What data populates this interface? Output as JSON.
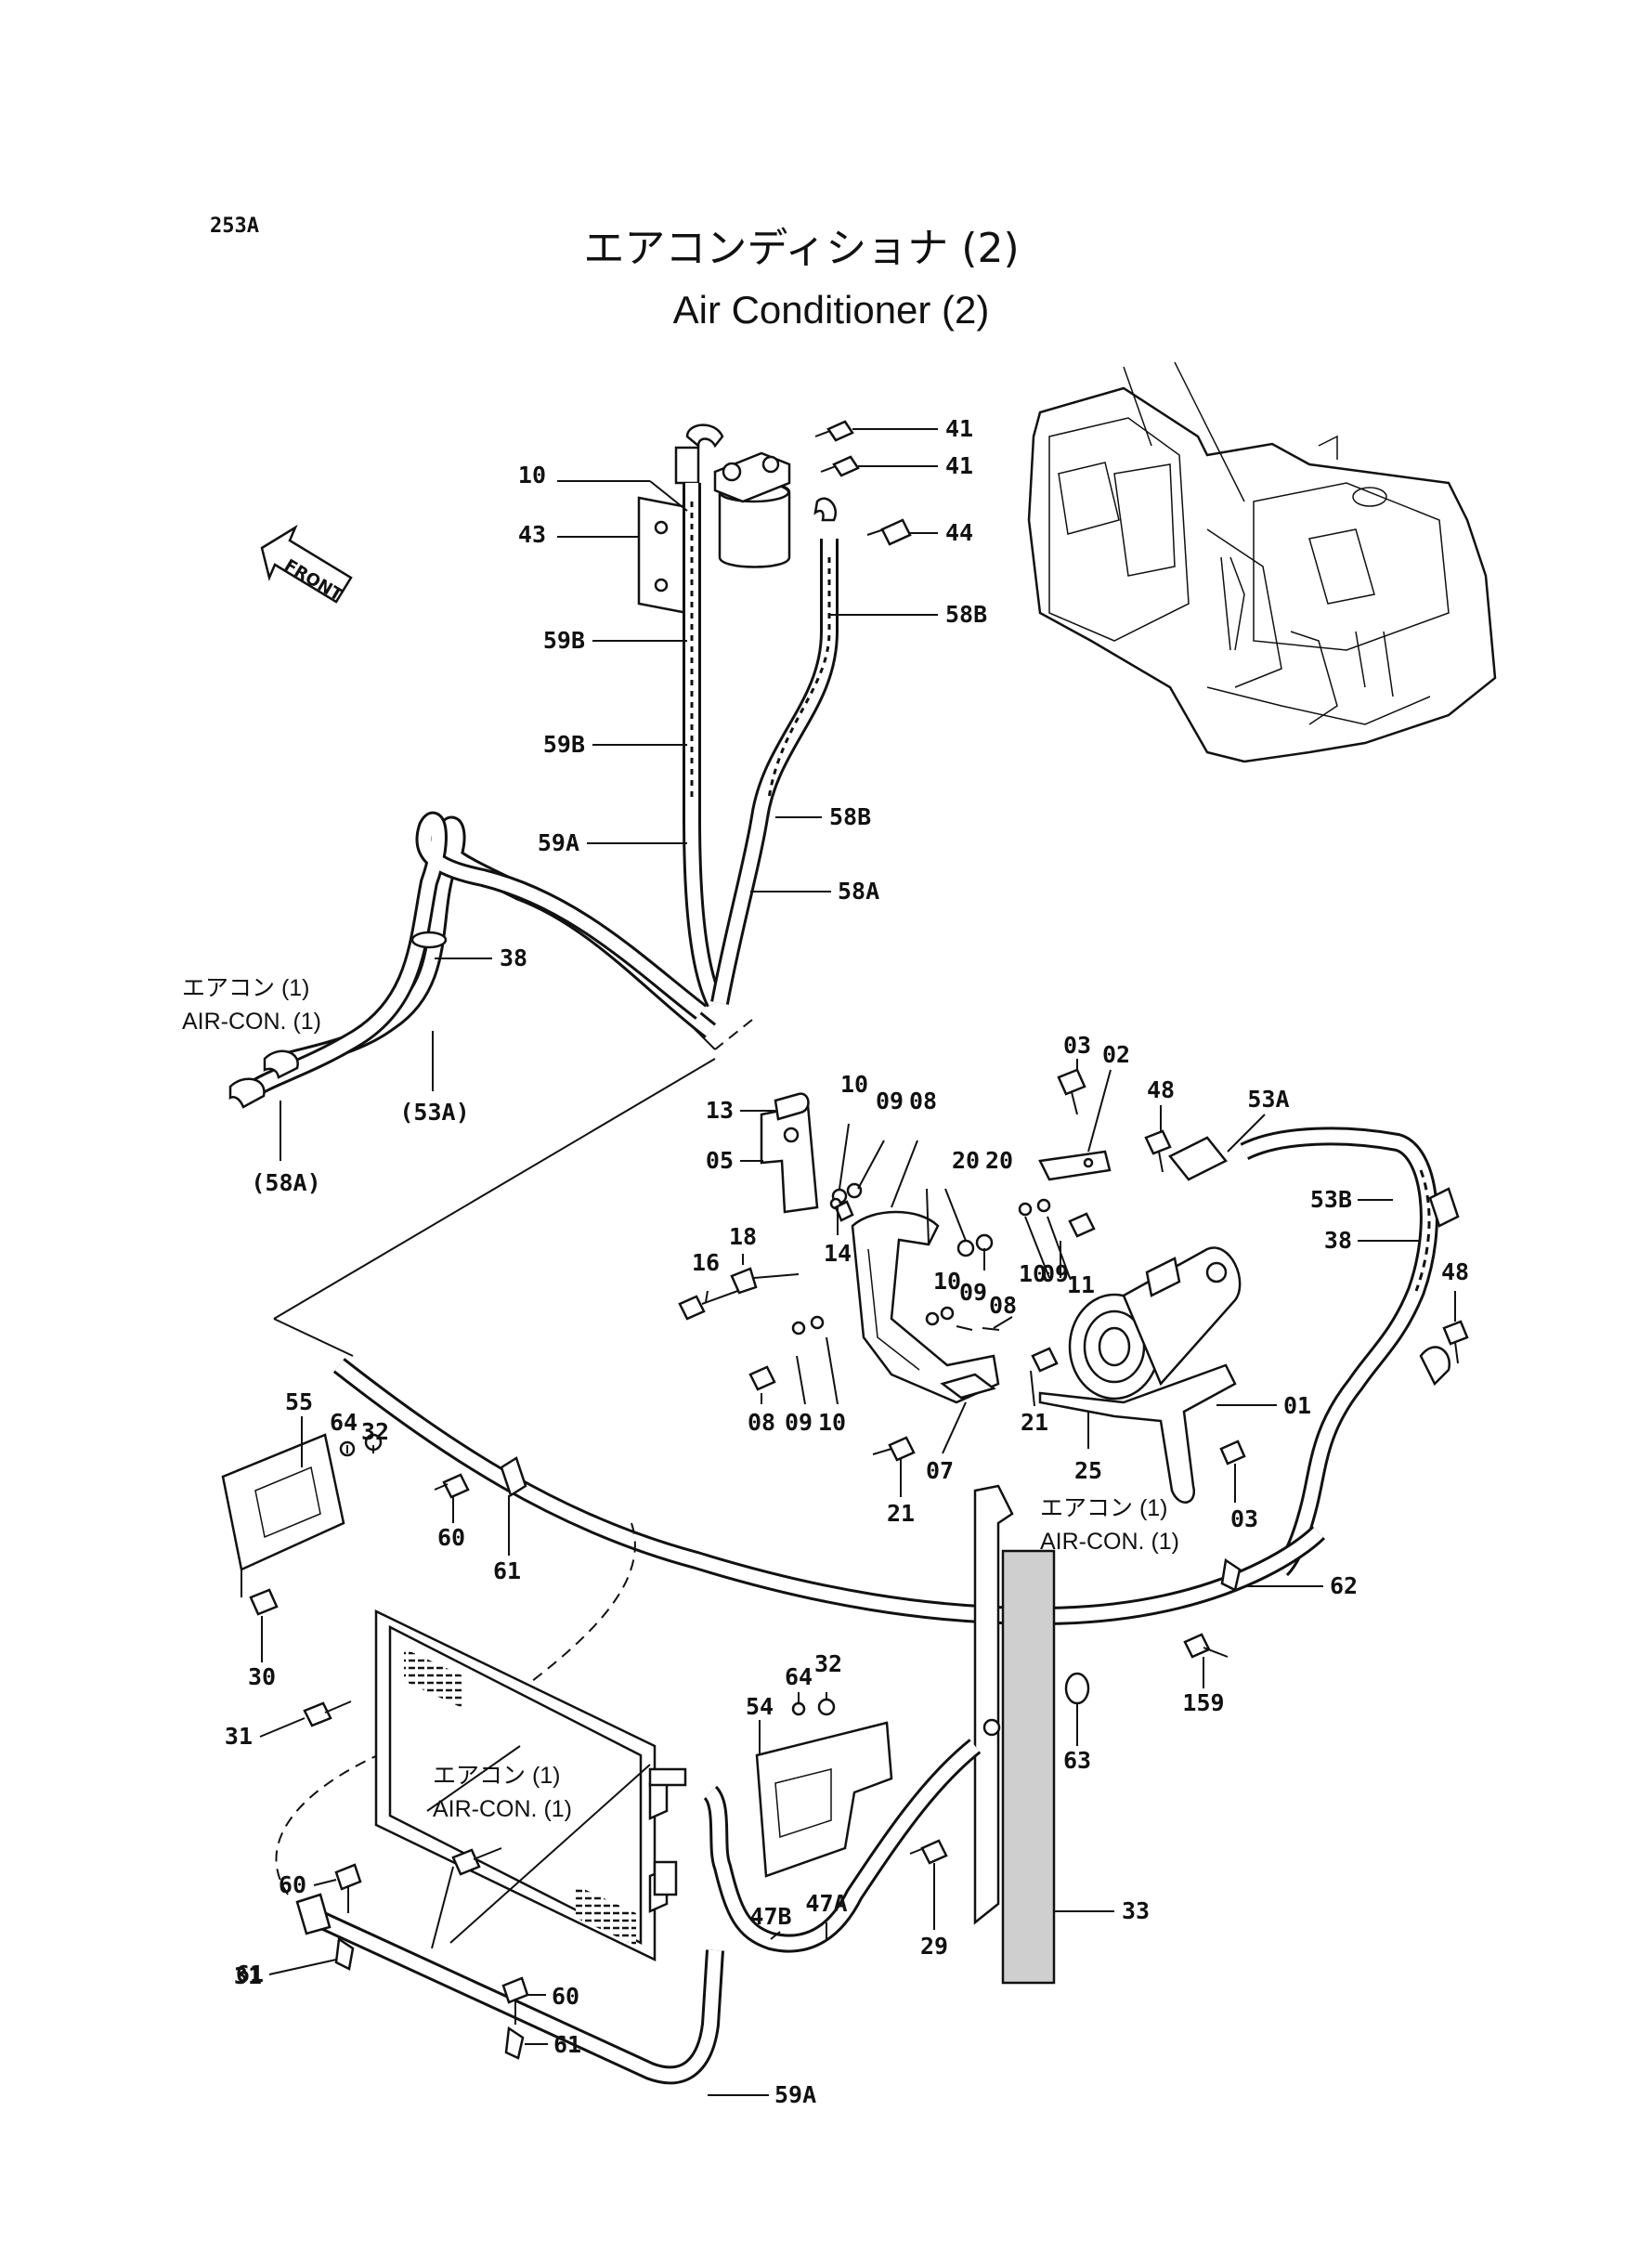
{
  "sheet_code": "253A",
  "title": {
    "jp": "エアコンディショナ (2)",
    "en": "Air Conditioner (2)"
  },
  "front_label": "FRONT",
  "notes": [
    {
      "id": "ref-left",
      "jp": "エアコン (1)",
      "en": "AIR-CON. (1)"
    },
    {
      "id": "ref-compressor",
      "jp": "エアコン (1)",
      "en": "AIR-CON. (1)"
    },
    {
      "id": "ref-condenser",
      "jp": "エアコン (1)",
      "en": "AIR-CON. (1)"
    }
  ],
  "callouts": [
    "41",
    "41",
    "10",
    "43",
    "44",
    "59B",
    "58B",
    "59B",
    "58B",
    "59A",
    "58A",
    "38",
    "(53A)",
    "(58A)",
    "03",
    "02",
    "48",
    "53A",
    "13",
    "10",
    "09",
    "08",
    "05",
    "20",
    "20",
    "53B",
    "38",
    "10",
    "09",
    "11",
    "14",
    "18",
    "16",
    "10",
    "09",
    "08",
    "48",
    "01",
    "08",
    "09",
    "10",
    "21",
    "07",
    "25",
    "21",
    "03",
    "55",
    "64",
    "32",
    "60",
    "61",
    "62",
    "30",
    "159",
    "63",
    "31",
    "64",
    "32",
    "54",
    "60",
    "31",
    "47A",
    "47B",
    "29",
    "33",
    "60",
    "61",
    "61",
    "59A"
  ]
}
